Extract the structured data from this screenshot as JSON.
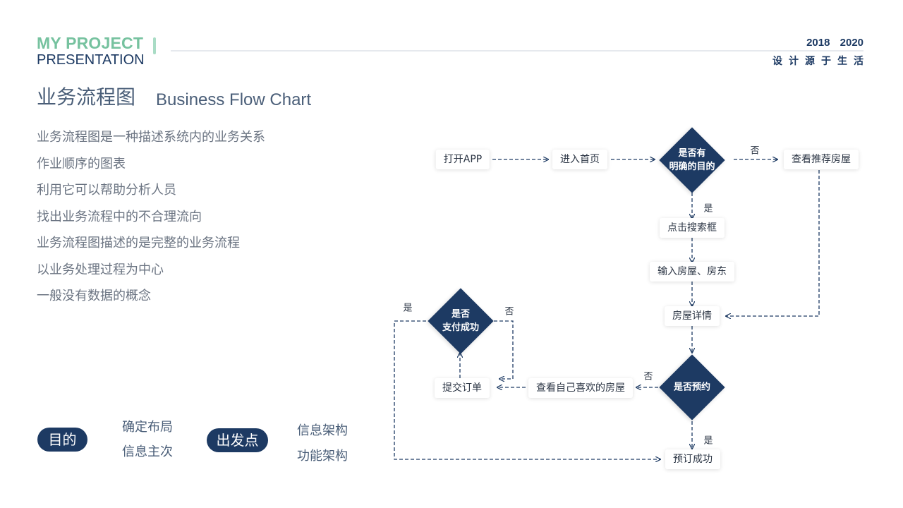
{
  "header": {
    "brand_line1": "MY PROJECT",
    "brand_line2": "PRESENTATION",
    "years": "2018 2020",
    "tagline": "设计源于生活"
  },
  "title": {
    "cn": "业务流程图",
    "en": "Business Flow Chart"
  },
  "description": [
    "业务流程图是一种描述系统内的业务关系",
    "作业顺序的图表",
    "利用它可以帮助分析人员",
    "找出业务流程中的不合理流向",
    "业务流程图描述的是完整的业务流程",
    "以业务处理过程为中心",
    "一般没有数据的概念"
  ],
  "footer": {
    "purpose_label": "目的",
    "purpose_items": [
      "确定布局",
      "信息主次"
    ],
    "start_label": "出发点",
    "start_items": [
      "信息架构",
      "功能架构"
    ]
  },
  "flow": {
    "nodes": {
      "open_app": "打开APP",
      "enter_home": "进入首页",
      "view_recommend": "查看推荐房屋",
      "click_search": "点击搜索框",
      "input_house": "输入房屋、房东",
      "house_detail": "房屋详情",
      "submit_order": "提交订单",
      "view_liked": "查看自己喜欢的房屋",
      "book_success": "预订成功"
    },
    "decisions": {
      "has_goal_line1": "是否有",
      "has_goal_line2": "明确的目的",
      "pay_line1": "是否",
      "pay_line2": "支付成功",
      "reserve": "是否预约"
    },
    "labels": {
      "goal_no": "否",
      "goal_yes": "是",
      "pay_yes": "是",
      "pay_no": "否",
      "reserve_no": "否",
      "reserve_yes": "是"
    }
  },
  "colors": {
    "primary": "#1d3a63",
    "accent": "#76c29f"
  }
}
